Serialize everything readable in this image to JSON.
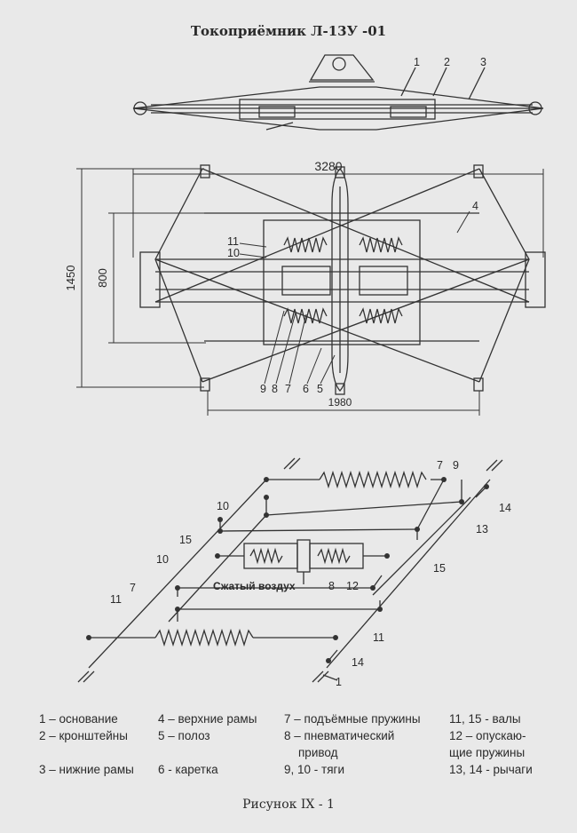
{
  "title": "Токоприёмник Л-13У -01",
  "caption": "Рисунок IX - 1",
  "dimensions": {
    "length": "3280",
    "width_total": "1450",
    "width_inner": "800",
    "base_length": "1980"
  },
  "labels": {
    "n1": "1",
    "n2": "2",
    "n3": "3",
    "n4": "4",
    "n5": "5",
    "n6": "6",
    "n7": "7",
    "n8": "8",
    "n9": "9",
    "n10": "10",
    "n11": "11",
    "n12": "12",
    "n13": "13",
    "n14": "14",
    "n15": "15"
  },
  "compressed_air": "Сжатый воздух",
  "legend": [
    {
      "text": "1 – основание"
    },
    {
      "text": "2 – кронштейны"
    },
    {
      "text": "3 – нижние рамы"
    },
    {
      "text": "4 – верхние рамы"
    },
    {
      "text": "5 – полоз"
    },
    {
      "text": "6 - каретка"
    },
    {
      "text": "7 – подъёмные пружины"
    },
    {
      "text": "8 – пневматический"
    },
    {
      "text": "привод"
    },
    {
      "text": "9, 10 - тяги"
    },
    {
      "text": "11, 15 - валы"
    },
    {
      "text": "12 – опускаю-"
    },
    {
      "text": "щие пружины"
    },
    {
      "text": "13, 14 - рычаги"
    }
  ]
}
